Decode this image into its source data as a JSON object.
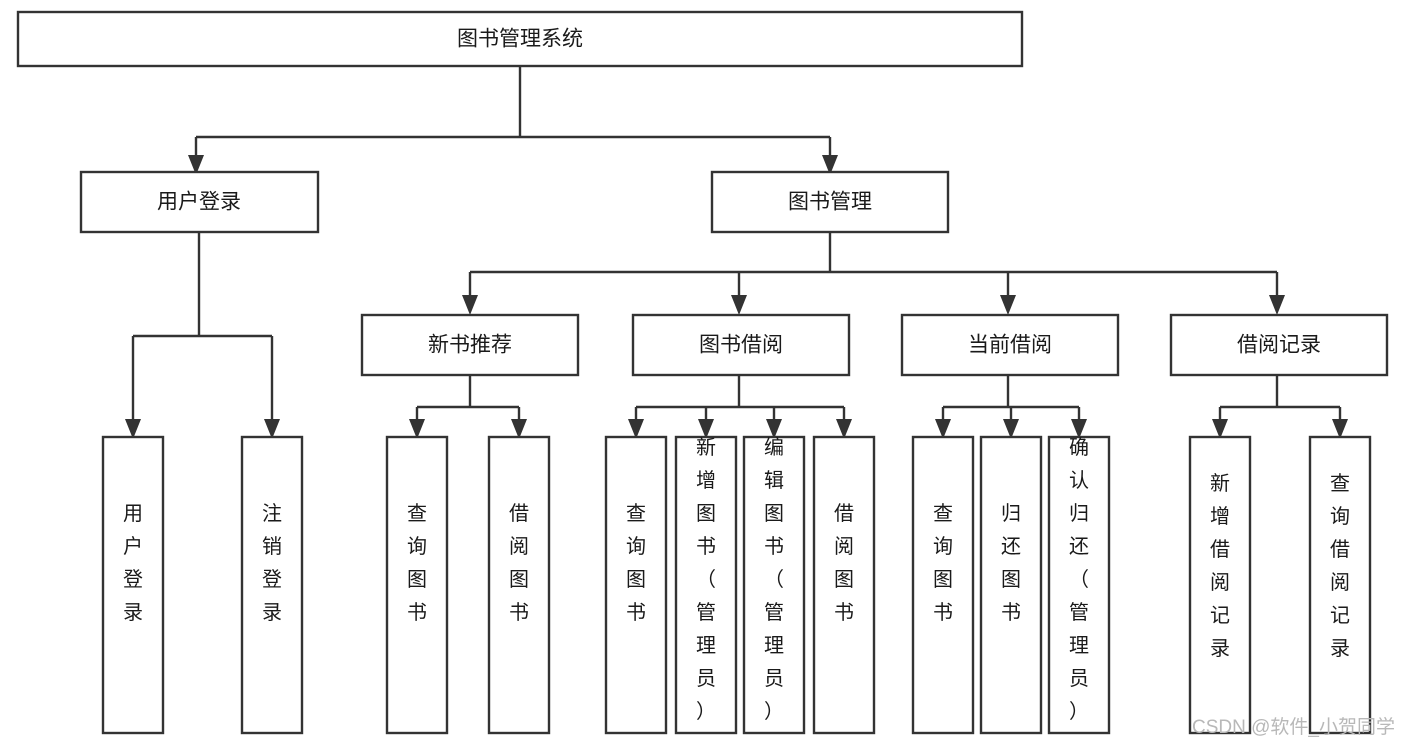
{
  "diagram": {
    "title": "图书管理系统",
    "type": "tree-hierarchy",
    "watermark": "CSDN @软件_小贺同学",
    "colors": {
      "box_stroke": "#333333",
      "box_fill": "#ffffff",
      "connector": "#333333",
      "text": "#1a1a1a",
      "watermark": "#b8b8b8",
      "background": "#ffffff"
    },
    "root": {
      "label": "图书管理系统",
      "orientation": "horizontal"
    },
    "level2": [
      {
        "label": "用户登录",
        "orientation": "horizontal"
      },
      {
        "label": "图书管理",
        "orientation": "horizontal"
      }
    ],
    "level3": [
      {
        "label": "新书推荐",
        "orientation": "horizontal"
      },
      {
        "label": "图书借阅",
        "orientation": "horizontal"
      },
      {
        "label": "当前借阅",
        "orientation": "horizontal"
      },
      {
        "label": "借阅记录",
        "orientation": "horizontal"
      }
    ],
    "leaves": {
      "user_login": [
        {
          "label": "用户登录",
          "orientation": "vertical"
        },
        {
          "label": "注销登录",
          "orientation": "vertical"
        }
      ],
      "new_book_recommend": [
        {
          "label": "查询图书",
          "orientation": "vertical"
        },
        {
          "label": "借阅图书",
          "orientation": "vertical"
        }
      ],
      "book_borrow": [
        {
          "label": "查询图书",
          "orientation": "vertical"
        },
        {
          "label": "新增图书（管理员）",
          "orientation": "vertical"
        },
        {
          "label": "编辑图书（管理员）",
          "orientation": "vertical"
        },
        {
          "label": "借阅图书",
          "orientation": "vertical"
        }
      ],
      "current_borrow": [
        {
          "label": "查询图书",
          "orientation": "vertical"
        },
        {
          "label": "归还图书",
          "orientation": "vertical"
        },
        {
          "label": "确认归还（管理员）",
          "orientation": "vertical"
        }
      ],
      "borrow_record": [
        {
          "label": "新增借阅记录",
          "orientation": "vertical"
        },
        {
          "label": "查询借阅记录",
          "orientation": "vertical"
        }
      ]
    }
  }
}
